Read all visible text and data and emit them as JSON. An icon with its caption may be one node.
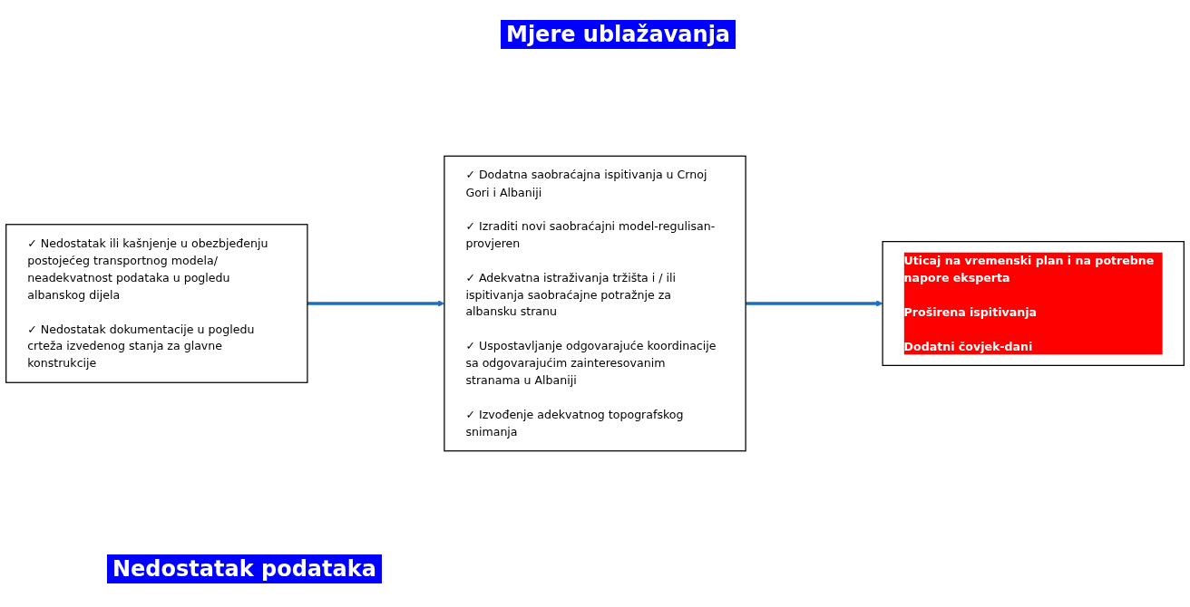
{
  "diagram": {
    "nodes": [
      {
        "text": [
          "✓ Nedostatak ili kašnjenje u obezbjeđenju postojećeg transportnog modela/ neadekvatnost podataka u pogledu albanskog dijela",
          "✓ Nedostatak dokumentacije u pogledu crteža izvedenog stanja za glavne konstrukcije"
        ]
      },
      {
        "text": [
          "✓ Dodatna saobraćajna ispitivanja u Crnoj Gori i Albaniji",
          "✓ Izraditi novi saobraćajni model-regulisan-provjeren",
          "✓ Adekvatna istraživanja tržišta i / ili ispitivanja saobraćajne potražnje za albansku stranu",
          "✓ Uspostavljanje odgovarajuće koordinacije sa odgovarajućim zainteresovanim stranama u Albaniji",
          "✓ Izvođenje adekvatnog topografskog snimanja"
        ]
      },
      {
        "text": [
          "Uticaj na vremenski plan i na potrebne napore eksperta",
          "Proširena ispitivanja",
          "Dodatni čovjek-dani"
        ]
      }
    ],
    "edges": [
      {
        "from": 0,
        "to": 1,
        "arrow": "to"
      },
      {
        "from": 1,
        "to": 2,
        "arrow": "to"
      }
    ],
    "labels": [
      "Mjere ublažavanja",
      "Nedostatak podataka"
    ]
  }
}
